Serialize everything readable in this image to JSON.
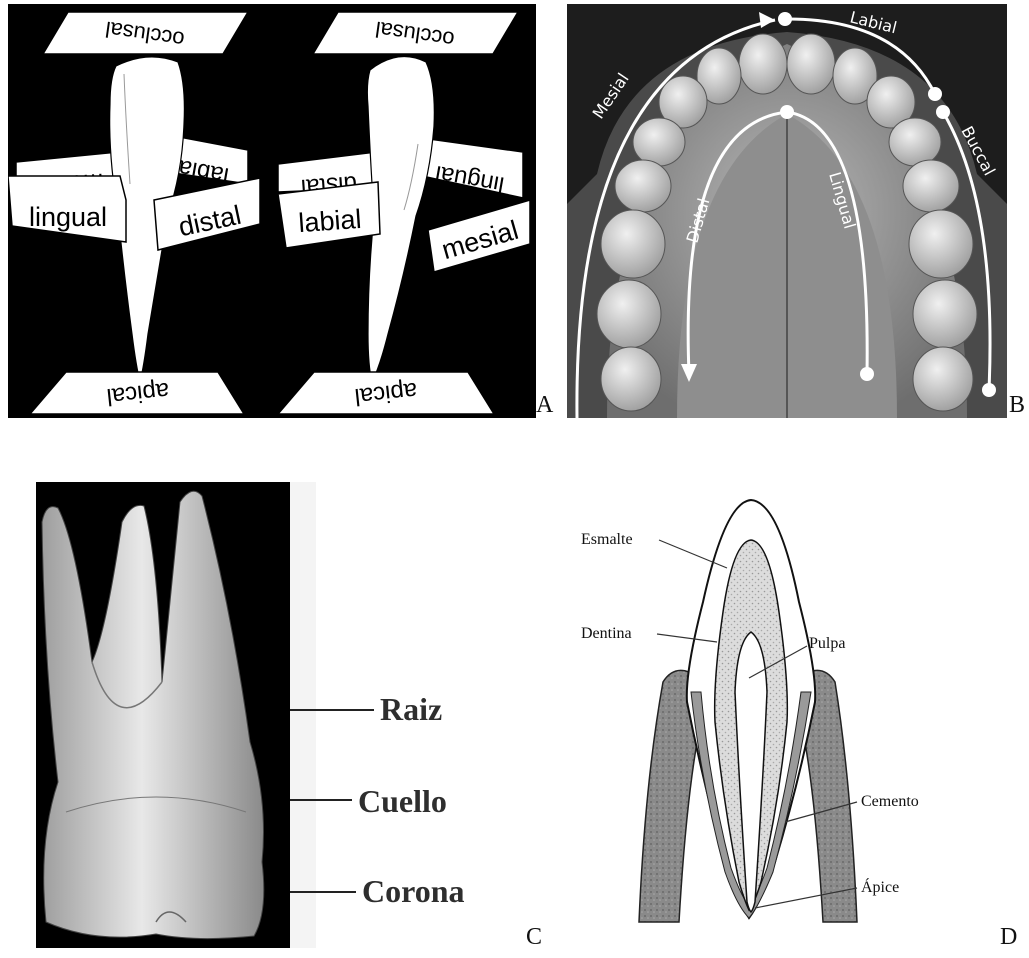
{
  "panels": {
    "a": {
      "letter": "A",
      "left_tooth": {
        "top": "occlusal",
        "bottom": "apical",
        "back_left": "mesial",
        "back_right": "labial",
        "front_left": "lingual",
        "front_right": "distal"
      },
      "right_tooth": {
        "top": "occlusal",
        "bottom": "apical",
        "back_left": "distal",
        "back_right": "lingual",
        "front_left": "labial",
        "front_right": "mesial"
      }
    },
    "b": {
      "letter": "B",
      "labels": {
        "mesial": "Mesial",
        "labial": "Labial",
        "buccal": "Buccal",
        "distal": "Distal",
        "lingual": "Lingual"
      }
    },
    "c": {
      "letter": "C",
      "labels": {
        "root": "Raiz",
        "neck": "Cuello",
        "crown": "Corona"
      }
    },
    "d": {
      "letter": "D",
      "labels": {
        "enamel": "Esmalte",
        "dentin": "Dentina",
        "pulp": "Pulpa",
        "cementum": "Cemento",
        "apex": "Ápice"
      }
    }
  },
  "colors": {
    "panel_a_bg": "#000000",
    "panel_b_bg": "#1d1d1d",
    "bone_gray": "#9a9a9a",
    "dentin_fill": "#d6d6d6",
    "cementum_fill": "#8a8a8a"
  }
}
